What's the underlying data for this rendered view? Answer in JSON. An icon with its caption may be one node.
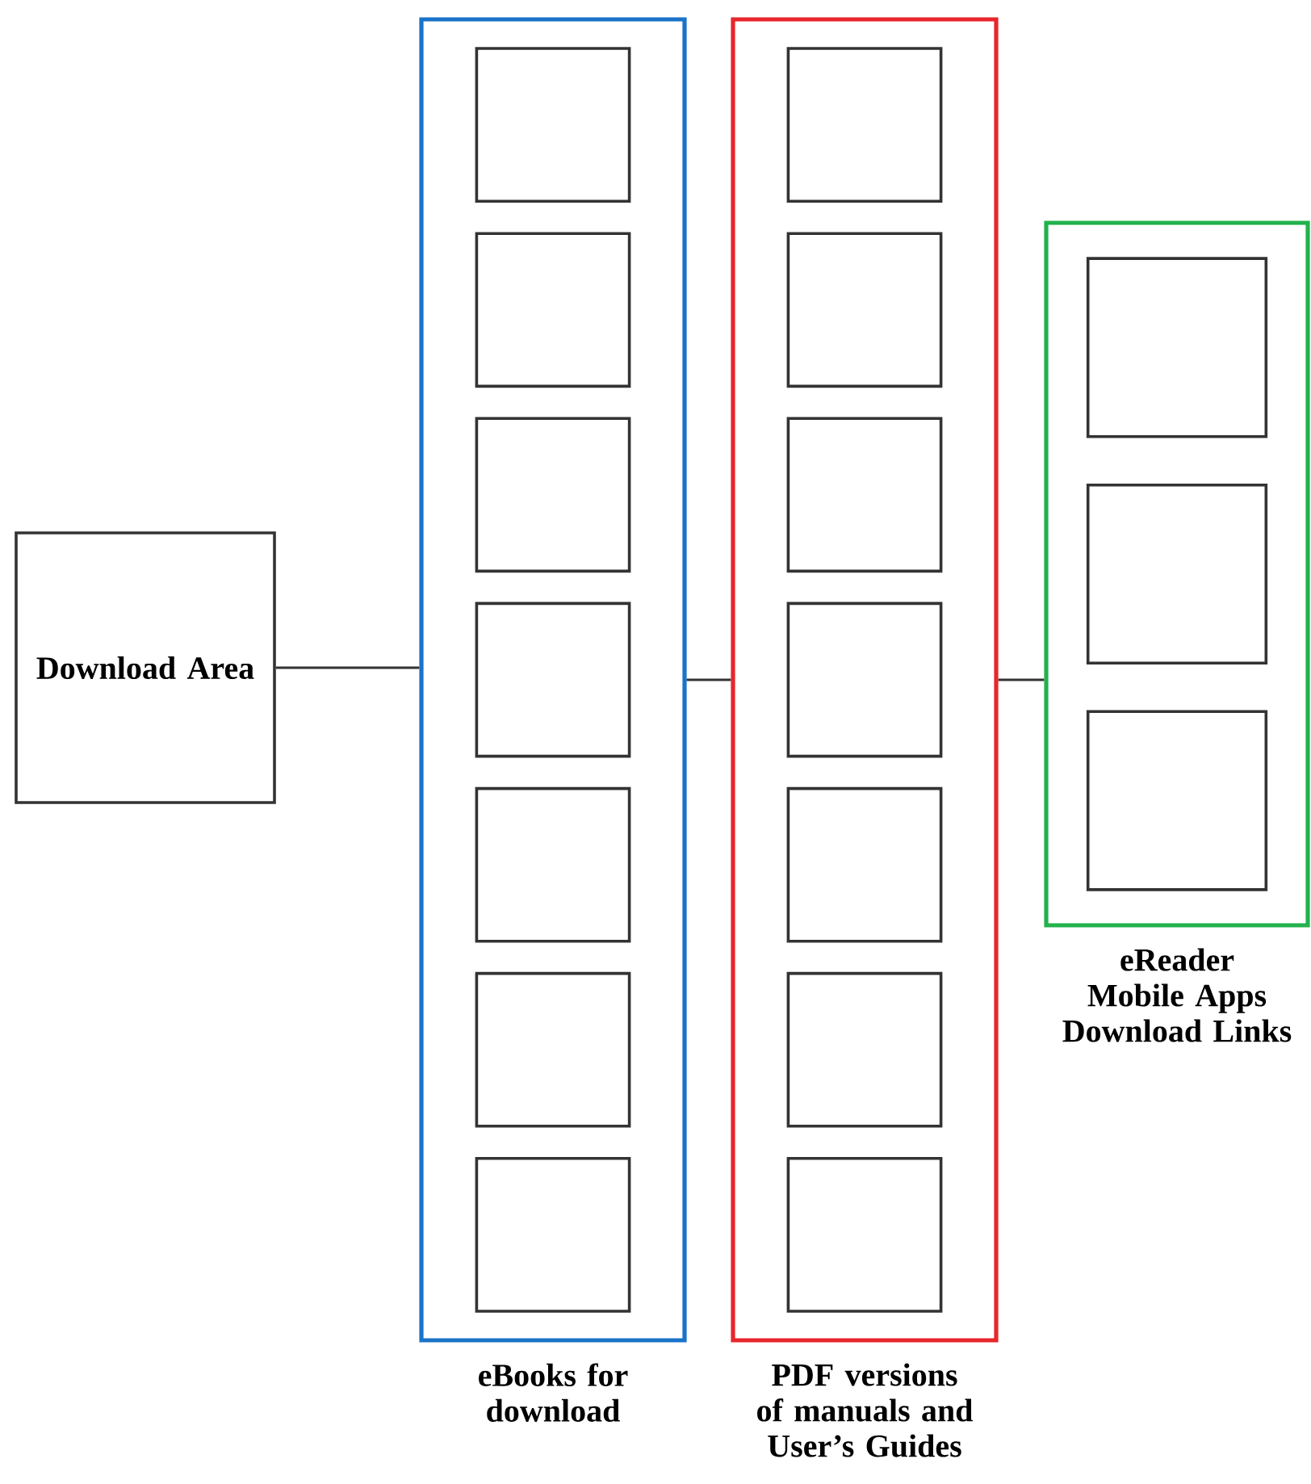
{
  "diagram": {
    "nodes": [
      {
        "text": [
          "Download Area"
        ]
      },
      {
        "text": [
          "eBooks for download"
        ]
      },
      {
        "text": [],
        "shape": "box",
        "in": 1
      },
      {
        "text": [],
        "shape": "box",
        "in": 1
      },
      {
        "text": [],
        "shape": "box",
        "in": 1
      },
      {
        "text": [],
        "shape": "box",
        "in": 1
      },
      {
        "text": [],
        "shape": "box",
        "in": 1
      },
      {
        "text": [],
        "shape": "box",
        "in": 1
      },
      {
        "text": [],
        "shape": "box",
        "in": 1
      },
      {
        "text": [
          "PDF versions of manuals and User’s Guides"
        ]
      },
      {
        "text": [],
        "shape": "box",
        "in": 9
      },
      {
        "text": [],
        "shape": "box",
        "in": 9
      },
      {
        "text": [],
        "shape": "box",
        "in": 9
      },
      {
        "text": [],
        "shape": "box",
        "in": 9
      },
      {
        "text": [],
        "shape": "box",
        "in": 9
      },
      {
        "text": [],
        "shape": "box",
        "in": 9
      },
      {
        "text": [],
        "shape": "box",
        "in": 9
      },
      {
        "text": [
          "eReader Mobile Apps Download Links"
        ]
      },
      {
        "text": [],
        "shape": "box",
        "in": 17
      },
      {
        "text": [],
        "shape": "box",
        "in": 17
      },
      {
        "text": [],
        "shape": "box",
        "in": 17
      }
    ],
    "edges": [
      {
        "from": 0,
        "to": 1,
        "arrow": "none"
      },
      {
        "from": 1,
        "to": 9,
        "arrow": "none"
      },
      {
        "from": 9,
        "to": 17,
        "arrow": "none"
      }
    ]
  }
}
